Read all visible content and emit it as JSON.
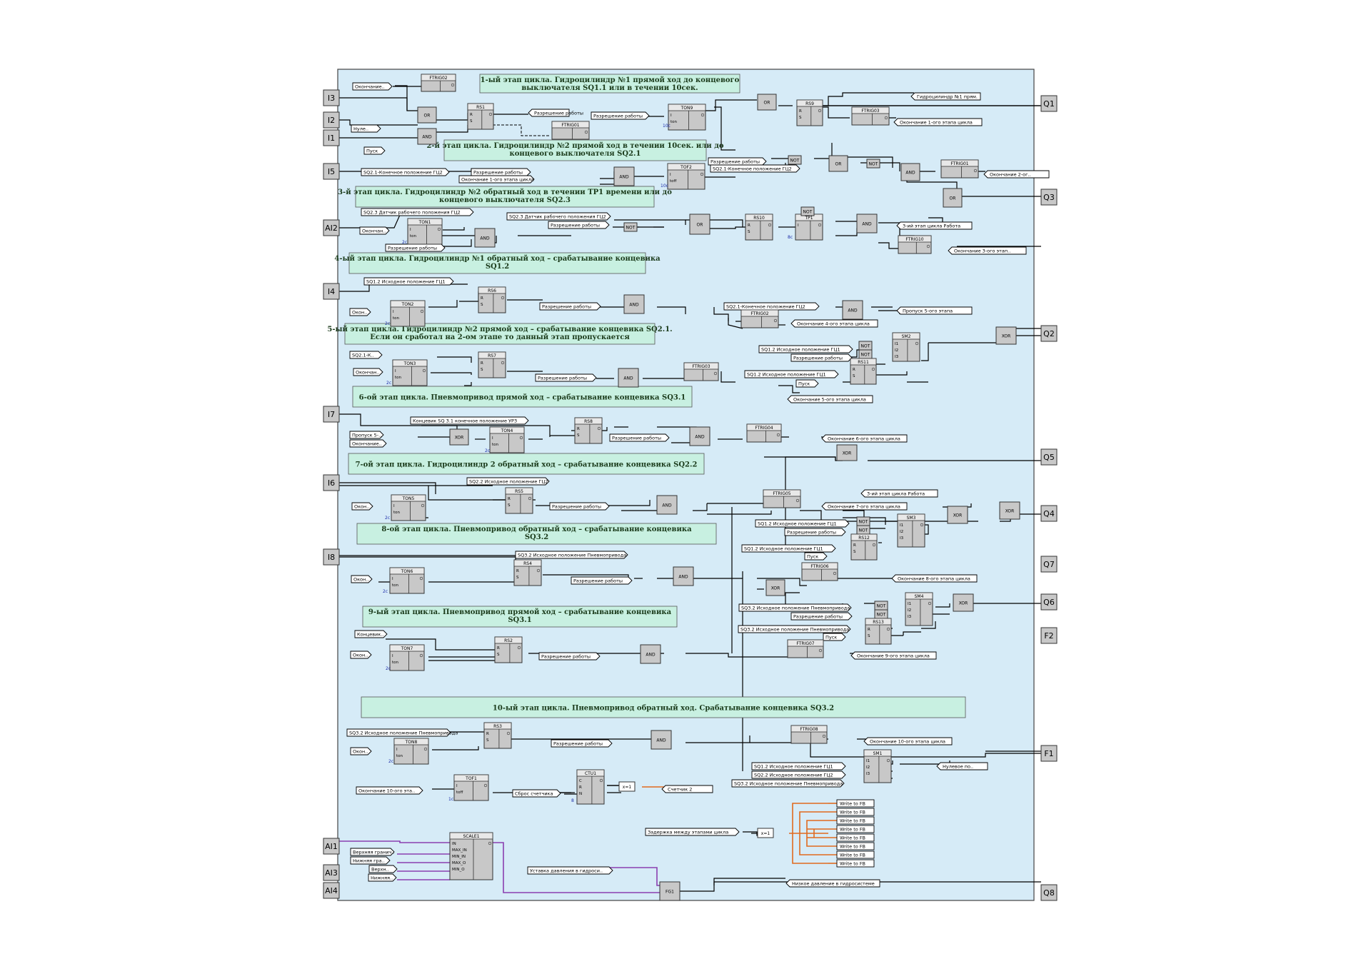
{
  "palette": {
    "canvas": "#d6ebf7",
    "stage_bg": "#c8f0e1",
    "block": "#c8c8c8",
    "wire": "#000000",
    "orange_wire": "#e06a1e",
    "purple_wire": "#8a3fb0"
  },
  "inputs": [
    {
      "id": "I3",
      "label": "I3"
    },
    {
      "id": "I2",
      "label": "I2"
    },
    {
      "id": "I1",
      "label": "I1"
    },
    {
      "id": "I5",
      "label": "I5"
    },
    {
      "id": "AI2",
      "label": "AI2"
    },
    {
      "id": "I4",
      "label": "I4"
    },
    {
      "id": "I7",
      "label": "I7"
    },
    {
      "id": "I6",
      "label": "I6"
    },
    {
      "id": "I8",
      "label": "I8"
    },
    {
      "id": "AI1",
      "label": "AI1"
    },
    {
      "id": "AI3",
      "label": "AI3"
    },
    {
      "id": "AI4",
      "label": "AI4"
    }
  ],
  "outputs": [
    {
      "id": "Q1",
      "label": "Q1"
    },
    {
      "id": "Q3",
      "label": "Q3"
    },
    {
      "id": "Q2",
      "label": "Q2"
    },
    {
      "id": "Q5",
      "label": "Q5"
    },
    {
      "id": "Q4",
      "label": "Q4"
    },
    {
      "id": "Q7",
      "label": "Q7"
    },
    {
      "id": "Q6",
      "label": "Q6"
    },
    {
      "id": "F2",
      "label": "F2"
    },
    {
      "id": "F1",
      "label": "F1"
    },
    {
      "id": "Q8",
      "label": "Q8"
    }
  ],
  "stages": [
    {
      "id": "s1",
      "lines": [
        "1-ый этап цикла.   Гидроцилиндр  №1  прямой  ход  до  концевого",
        "выключателя   SQ1.1  или  в  течении  10сек."
      ]
    },
    {
      "id": "s2",
      "lines": [
        "2-й этап цикла.  Гидроцилиндр  №2  прямой  ход   в   течении  10сек.  или   до",
        "концевого   выключателя      SQ2.1"
      ]
    },
    {
      "id": "s3",
      "lines": [
        "3-й этап цикла.  Гидроцилиндр  №2  обратный  ход   в   течении  TP1  времени  или   до",
        "концевого   выключателя      SQ2.3"
      ]
    },
    {
      "id": "s4",
      "lines": [
        "4-ый этап цикла.  Гидроцилиндр  №1  обратный  ход – срабатывание          концевика",
        "SQ1.2"
      ]
    },
    {
      "id": "s5",
      "lines": [
        "5-ый этап цикла.   Гидроцилиндр  №2  прямой  ход – срабатывание    концевика  SQ2.1.",
        "Если  он  сработал  на  2-ом   этапе  то  данный  этап  пропускается"
      ]
    },
    {
      "id": "s6",
      "lines": [
        "6-ой этап цикла.  Пневмопривод    прямой  ход – срабатывание    концевика     SQ3.1"
      ]
    },
    {
      "id": "s7",
      "lines": [
        "7-ой этап цикла.  Гидроцилиндр  2  обратный   ход – срабатывание          концевика     SQ2.2"
      ]
    },
    {
      "id": "s8",
      "lines": [
        "8-ой этап цикла.   Пневмопривод      обратный      ход – срабатывание                 концевика",
        "SQ3.2"
      ]
    },
    {
      "id": "s9",
      "lines": [
        "9-ый этап цикла.   Пневмопривод      прямой     ход – срабатывание            концевика",
        "SQ3.1"
      ]
    },
    {
      "id": "s10",
      "lines": [
        "10-ый этап цикла.   Пневмопривод    обратный ход.    Срабатывание          концевика    SQ3.2"
      ]
    }
  ],
  "tags": {
    "t_okonch1": "Окончание..",
    "t_nule": "Нуле..",
    "t_pusk1": "Пуск",
    "t_razr1": "Разрешение работы",
    "t_razr2": "Разрешение работы",
    "t_sq21": "SQ2.1-Конечное положение ГЦ2",
    "t_razr3": "Разрешение работы",
    "t_okon1": "Окончание 1-ого этапа цикла",
    "t_sq23a": "SQ2.3 Датчик рабочего положения ГЦ2",
    "t_okonch3": "Окончан..",
    "t_razr4": "Разрешение работы",
    "t_sq23b": "SQ2.3 Датчик рабочего положения ГЦ2",
    "t_razr5": "Разрешение работы",
    "t_sq12a": "SQ1.2 Исходное положение ГЦ1",
    "t_okon4": "Окон..",
    "t_razr6": "Разрешение работы",
    "t_sq11": "SQ2.1-К..",
    "t_okon5": "Окончан..",
    "t_razr7": "Разрешение работы",
    "t_konc": "Концевик SQ 3.1 конечное положение УР3",
    "t_prop": "Пропуск 5-..",
    "t_okon6": "Окончание..",
    "t_razr8": "Разрешение работы",
    "t_sq22": "SQ2.2 Исходное положение ГЦ2",
    "t_okon7": "Окон..",
    "t_razr9": "Разрешение работы",
    "t_sq32a": "SQ3.2 Исходное положение Пневмопривода",
    "t_okon8": "Окон..",
    "t_razr10": "Разрешение работы",
    "t_konc9": "Концевик..",
    "t_okon9": "Окон..",
    "t_razr11": "Разрешение работы",
    "t_sq32b": "SQ3.2 Исходное положение Пневмопривода",
    "t_okon10": "Окон..",
    "t_razr12": "Разрешение работы",
    "t_okon10b": "Окончание 10-ого эта..",
    "t_sbros": "Сброс счетчика",
    "t_verh1": "Верхняя гранич..",
    "t_nizh1": "Нижняя гра..",
    "t_verh2": "Верхн..",
    "t_nizh2": "Нижняя..",
    "t_ustavka": "Уставка давления в гидроси..",
    "t_zader": "Задержка между этапами цикла",
    "r_gidro": "Гидроцилиндр №1 прям.",
    "r_okon1": "Окончание 1-ого этапа цикла",
    "r_razr": "Разрешение работы",
    "r_sq21": "SQ2.1-Конечное положение ГЦ2",
    "r_okon2": "Окончание 2-ог..",
    "r_etap3": "3-ий этап цикла Работа",
    "r_okon3": "Окончание 3-ого этап..",
    "r_sq21b": "SQ2.1-Конечное положение ГЦ2",
    "r_prop5": "Пропуск 5-ого этапа",
    "r_okon4": "Окончание 4-ого этапа цикла",
    "r_sq12b": "SQ1.2 Исходное положение ГЦ1",
    "r_razr2": "Разрешение работы",
    "r_sq12c": "SQ1.2 Исходное положение ГЦ1",
    "r_pusk": "Пуск",
    "r_okon5": "Окончание 5-ого этапа цикла",
    "r_okon6": "Окончание 6-ого этапа цикла",
    "r_etap3b": "3-ий этап цикла Работа",
    "r_okon7": "Окончание 7-ого этапа цикла",
    "r_sq12d": "SQ1.2 Исходное положение ГЦ1",
    "r_razr3": "Разрешение работы",
    "r_sq12e": "SQ1.2 Исходное положение ГЦ1",
    "r_pusk2": "Пуск",
    "r_okon8": "Окончание 8-ого этапа цикла",
    "r_sq32a": "SQ3.2 Исходное положение Пневмопривода",
    "r_razr4": "Разрешение работы",
    "r_sq32b": "SQ3.2 Исходное положение Пневмопривода",
    "r_pusk3": "Пуск",
    "r_okon9": "Окончание 9-ого этапа цикла",
    "r_okon10": "Окончание 10-ого этапа цикла",
    "r_sq12f": "SQ1.2 Исходное положение ГЦ1",
    "r_sq22": "SQ2.2 Исходное положение ГЦ2",
    "r_sq32c": "SQ3.2 Исходное положение Пневмопривода",
    "r_nulevoe": "Нулевое по..",
    "r_schet": "Счетчик 2",
    "r_nizhdav": "Низкое давление в гидросистеме"
  },
  "blocks": {
    "b_ftrig2": {
      "title": "FTRIG02",
      "pins": []
    },
    "b_or1": {
      "title": "OR",
      "pins": []
    },
    "b_and1": {
      "title": "AND",
      "pins": []
    },
    "b_rs1": {
      "title": "RS1",
      "pins": [
        "R",
        "S"
      ]
    },
    "b_ftrig1": {
      "title": "FTRIG01",
      "pins": []
    },
    "b_ton9": {
      "title": "TON9",
      "pins": [
        "I",
        "ton"
      ]
    },
    "b_or2": {
      "title": "OR",
      "pins": []
    },
    "b_rs9": {
      "title": "RS9",
      "pins": [
        "R",
        "S"
      ]
    },
    "b_ftrig3": {
      "title": "FTRIG03",
      "pins": []
    },
    "b_and2": {
      "title": "AND",
      "pins": []
    },
    "b_tof2": {
      "title": "TOF2",
      "pins": [
        "I",
        "toff"
      ]
    },
    "b_not1": {
      "title": "NOT",
      "pins": []
    },
    "b_or3": {
      "title": "OR",
      "pins": []
    },
    "b_not2": {
      "title": "NOT",
      "pins": []
    },
    "b_and3": {
      "title": "AND",
      "pins": []
    },
    "b_ftrig4": {
      "title": "FTRIG01",
      "pins": []
    },
    "b_or4": {
      "title": "OR",
      "pins": []
    },
    "b_ton1": {
      "title": "TON1",
      "pins": [
        "I",
        "ton"
      ]
    },
    "b_and4": {
      "title": "AND",
      "pins": []
    },
    "b_not3": {
      "title": "NOT",
      "pins": []
    },
    "b_or5": {
      "title": "OR",
      "pins": []
    },
    "b_rs10": {
      "title": "RS10",
      "pins": [
        "R",
        "S"
      ]
    },
    "b_tp1": {
      "title": "TP1",
      "pins": [
        "I"
      ]
    },
    "b_not4": {
      "title": "NOT",
      "pins": []
    },
    "b_and5": {
      "title": "AND",
      "pins": []
    },
    "b_ftrig10": {
      "title": "FTRIG10",
      "pins": []
    },
    "b_ton2": {
      "title": "TON2",
      "pins": [
        "I",
        "ton"
      ]
    },
    "b_rs6": {
      "title": "RS6",
      "pins": [
        "R",
        "S"
      ]
    },
    "b_and6": {
      "title": "AND",
      "pins": []
    },
    "b_and7": {
      "title": "AND",
      "pins": []
    },
    "b_ftrig02b": {
      "title": "FTRIG02",
      "pins": []
    },
    "b_xor1": {
      "title": "XOR",
      "pins": []
    },
    "b_ton3": {
      "title": "TON3",
      "pins": [
        "I",
        "ton"
      ]
    },
    "b_rs7": {
      "title": "RS7",
      "pins": [
        "R",
        "S"
      ]
    },
    "b_and8": {
      "title": "AND",
      "pins": []
    },
    "b_ftrig03b": {
      "title": "FTRIG03",
      "pins": []
    },
    "b_not5": {
      "title": "NOT",
      "pins": []
    },
    "b_not6": {
      "title": "NOT",
      "pins": []
    },
    "b_rs11": {
      "title": "RS11",
      "pins": [
        "R",
        "S"
      ]
    },
    "b_sm2": {
      "title": "SM2",
      "pins": [
        "I1",
        "I2",
        "I3"
      ]
    },
    "b_xor2": {
      "title": "XOR",
      "pins": []
    },
    "b_ton4": {
      "title": "TON4",
      "pins": [
        "I",
        "ton"
      ]
    },
    "b_rs8": {
      "title": "RS8",
      "pins": [
        "R",
        "S"
      ]
    },
    "b_and9": {
      "title": "AND",
      "pins": []
    },
    "b_ftrig04": {
      "title": "FTRIG04",
      "pins": []
    },
    "b_xor3": {
      "title": "XOR",
      "pins": []
    },
    "b_ton5": {
      "title": "TON5",
      "pins": [
        "I",
        "ton"
      ]
    },
    "b_rs5": {
      "title": "RS5",
      "pins": [
        "R",
        "S"
      ]
    },
    "b_and10": {
      "title": "AND",
      "pins": []
    },
    "b_ftrig05": {
      "title": "FTRIG05",
      "pins": []
    },
    "b_xor4": {
      "title": "XOR",
      "pins": []
    },
    "b_xor5": {
      "title": "XOR",
      "pins": []
    },
    "b_not7": {
      "title": "NOT",
      "pins": []
    },
    "b_not8": {
      "title": "NOT",
      "pins": []
    },
    "b_rs12": {
      "title": "RS12",
      "pins": [
        "R",
        "S"
      ]
    },
    "b_sm3": {
      "title": "SM3",
      "pins": [
        "I1",
        "I2",
        "I3"
      ]
    },
    "b_ton6": {
      "title": "TON6",
      "pins": [
        "I",
        "ton"
      ]
    },
    "b_rs4": {
      "title": "RS4",
      "pins": [
        "R",
        "S"
      ]
    },
    "b_and11": {
      "title": "AND",
      "pins": []
    },
    "b_ftrig06": {
      "title": "FTRIG06",
      "pins": []
    },
    "b_xor6": {
      "title": "XOR",
      "pins": []
    },
    "b_not9": {
      "title": "NOT",
      "pins": []
    },
    "b_not10": {
      "title": "NOT",
      "pins": []
    },
    "b_rs13": {
      "title": "RS13",
      "pins": [
        "R",
        "S"
      ]
    },
    "b_sm4": {
      "title": "SM4",
      "pins": [
        "I1",
        "I2",
        "I3"
      ]
    },
    "b_xor7": {
      "title": "XOR",
      "pins": []
    },
    "b_ton7": {
      "title": "TON7",
      "pins": [
        "I",
        "ton"
      ]
    },
    "b_rs2": {
      "title": "RS2",
      "pins": [
        "R",
        "S"
      ]
    },
    "b_and12": {
      "title": "AND",
      "pins": []
    },
    "b_ftrig07": {
      "title": "FTRIG07",
      "pins": []
    },
    "b_ton8": {
      "title": "TON8",
      "pins": [
        "I",
        "ton"
      ]
    },
    "b_rs3": {
      "title": "RS3",
      "pins": [
        "R",
        "S"
      ]
    },
    "b_and13": {
      "title": "AND",
      "pins": []
    },
    "b_ftrig08": {
      "title": "FTRIG08",
      "pins": []
    },
    "b_sm1": {
      "title": "SM1",
      "pins": [
        "I1",
        "I2",
        "I3"
      ]
    },
    "b_tof1": {
      "title": "TOF1",
      "pins": [
        "I",
        "toff"
      ]
    },
    "b_ctu1": {
      "title": "CTU1",
      "pins": [
        "C",
        "R",
        "N"
      ]
    },
    "b_scale1": {
      "title": "SCALE1",
      "pins": [
        "IN",
        "MAX_IN",
        "MIN_IN",
        "MAX_O",
        "MIN_O"
      ]
    },
    "b_fg1": {
      "title": "FG1",
      "pins": []
    },
    "b_xk1": {
      "title": "x=1",
      "pins": []
    },
    "b_xk2": {
      "title": "x=1",
      "pins": []
    }
  },
  "timer_labels": {
    "tl1": "10c",
    "tl2": "10c",
    "tl3": "2c",
    "tl4": "2c",
    "tl5": "2c",
    "tl6": "8c",
    "tl7": "2c",
    "tl8": "2c",
    "tl9": "2c",
    "tl10": "2c",
    "tl11": "2c",
    "tl12": "1c",
    "tl13": "8"
  },
  "write_fb": [
    "Write to FB",
    "Write to FB",
    "Write to FB",
    "Write to FB",
    "Write to FB",
    "Write to FB",
    "Write to FB",
    "Write to FB"
  ]
}
